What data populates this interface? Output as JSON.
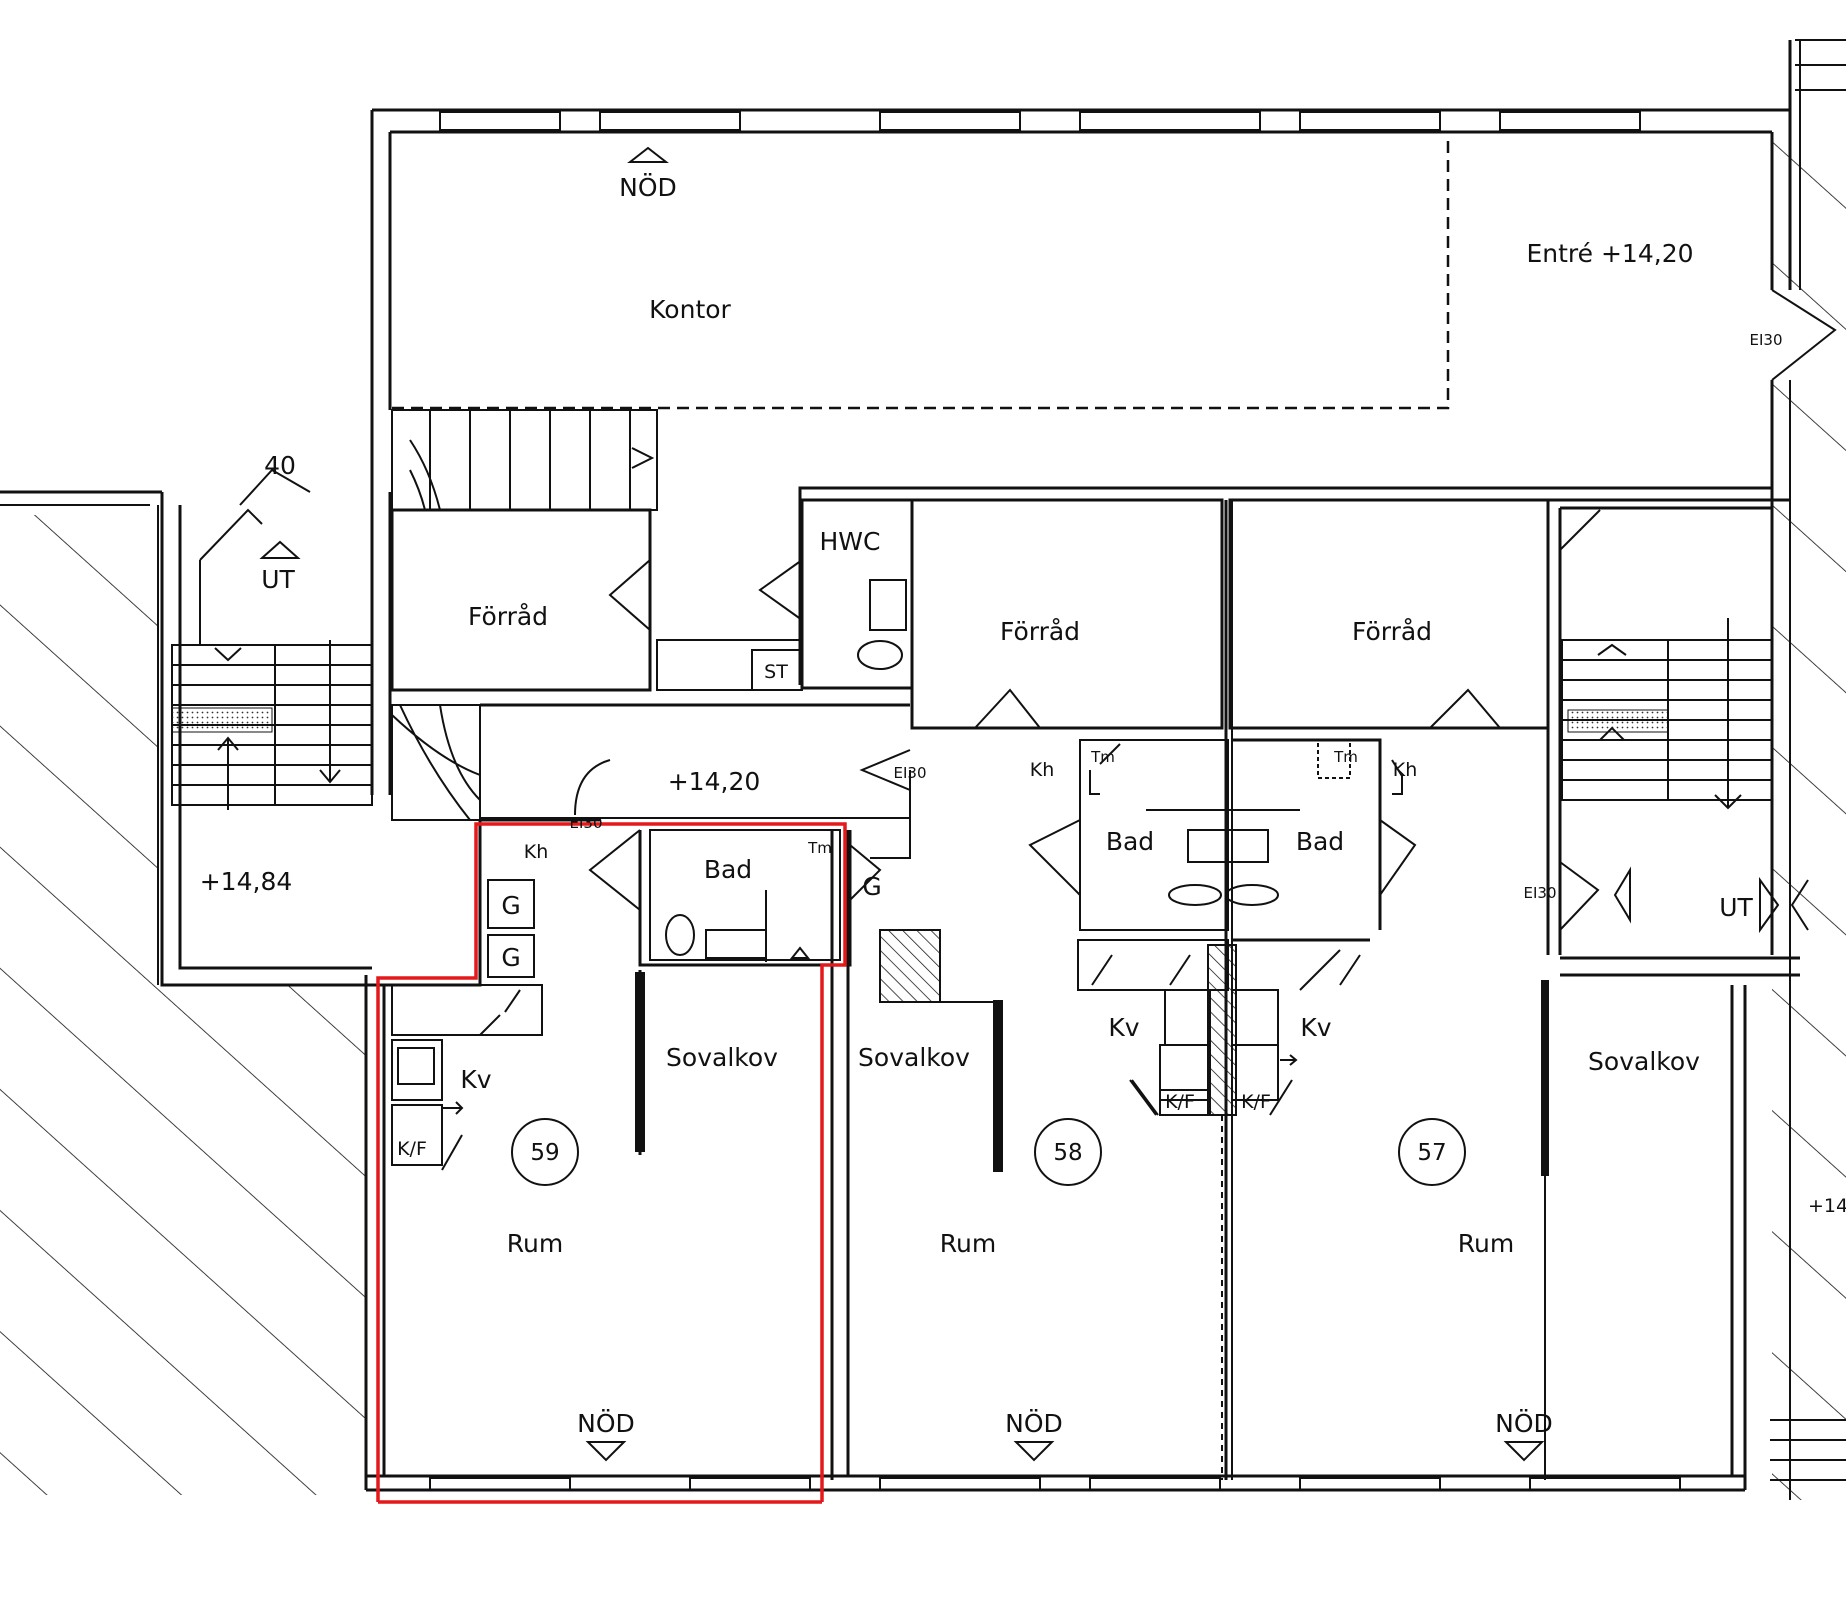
{
  "colors": {
    "ink": "#111111",
    "highlight": "#e3191b",
    "paper": "#ffffff"
  },
  "rooms": {
    "kontor": "Kontor",
    "entre": "Entré +14,20",
    "forrad_1": "Förråd",
    "forrad_2": "Förråd",
    "forrad_3": "Förråd",
    "hwc": "HWC",
    "st": "ST",
    "bad_59": "Bad",
    "bad_58": "Bad",
    "bad_57": "Bad",
    "sovalkov_59": "Sovalkov",
    "sovalkov_58": "Sovalkov",
    "sovalkov_57": "Sovalkov",
    "rum_59": "Rum",
    "rum_58": "Rum",
    "rum_57": "Rum",
    "kv_59": "Kv",
    "kv_58": "Kv",
    "kv_57": "Kv",
    "kh_59": "Kh",
    "kh_58": "Kh",
    "kh_57": "Kh",
    "g_hall": "G",
    "g_1": "G",
    "g_2": "G",
    "tm_59": "Tm",
    "tm_58": "Tm",
    "tm_57": "Tm",
    "kf_59": "K/F",
    "kf_58": "K/F",
    "kf_57": "K/F"
  },
  "levels": {
    "corridor": "+14,20",
    "stair_landing": "+14,84",
    "right_edge": "+14"
  },
  "doors": {
    "ei30_entre": "EI30",
    "ei30_corridor_left": "EI30",
    "ei30_corridor_right": "EI30",
    "ei30_stair_right": "EI30",
    "door_40": "40"
  },
  "markers": {
    "nod_top": "NÖD",
    "nod_59": "NÖD",
    "nod_58": "NÖD",
    "nod_57": "NÖD",
    "ut_left": "UT",
    "ut_right": "UT"
  },
  "apartments": [
    "59",
    "58",
    "57"
  ]
}
